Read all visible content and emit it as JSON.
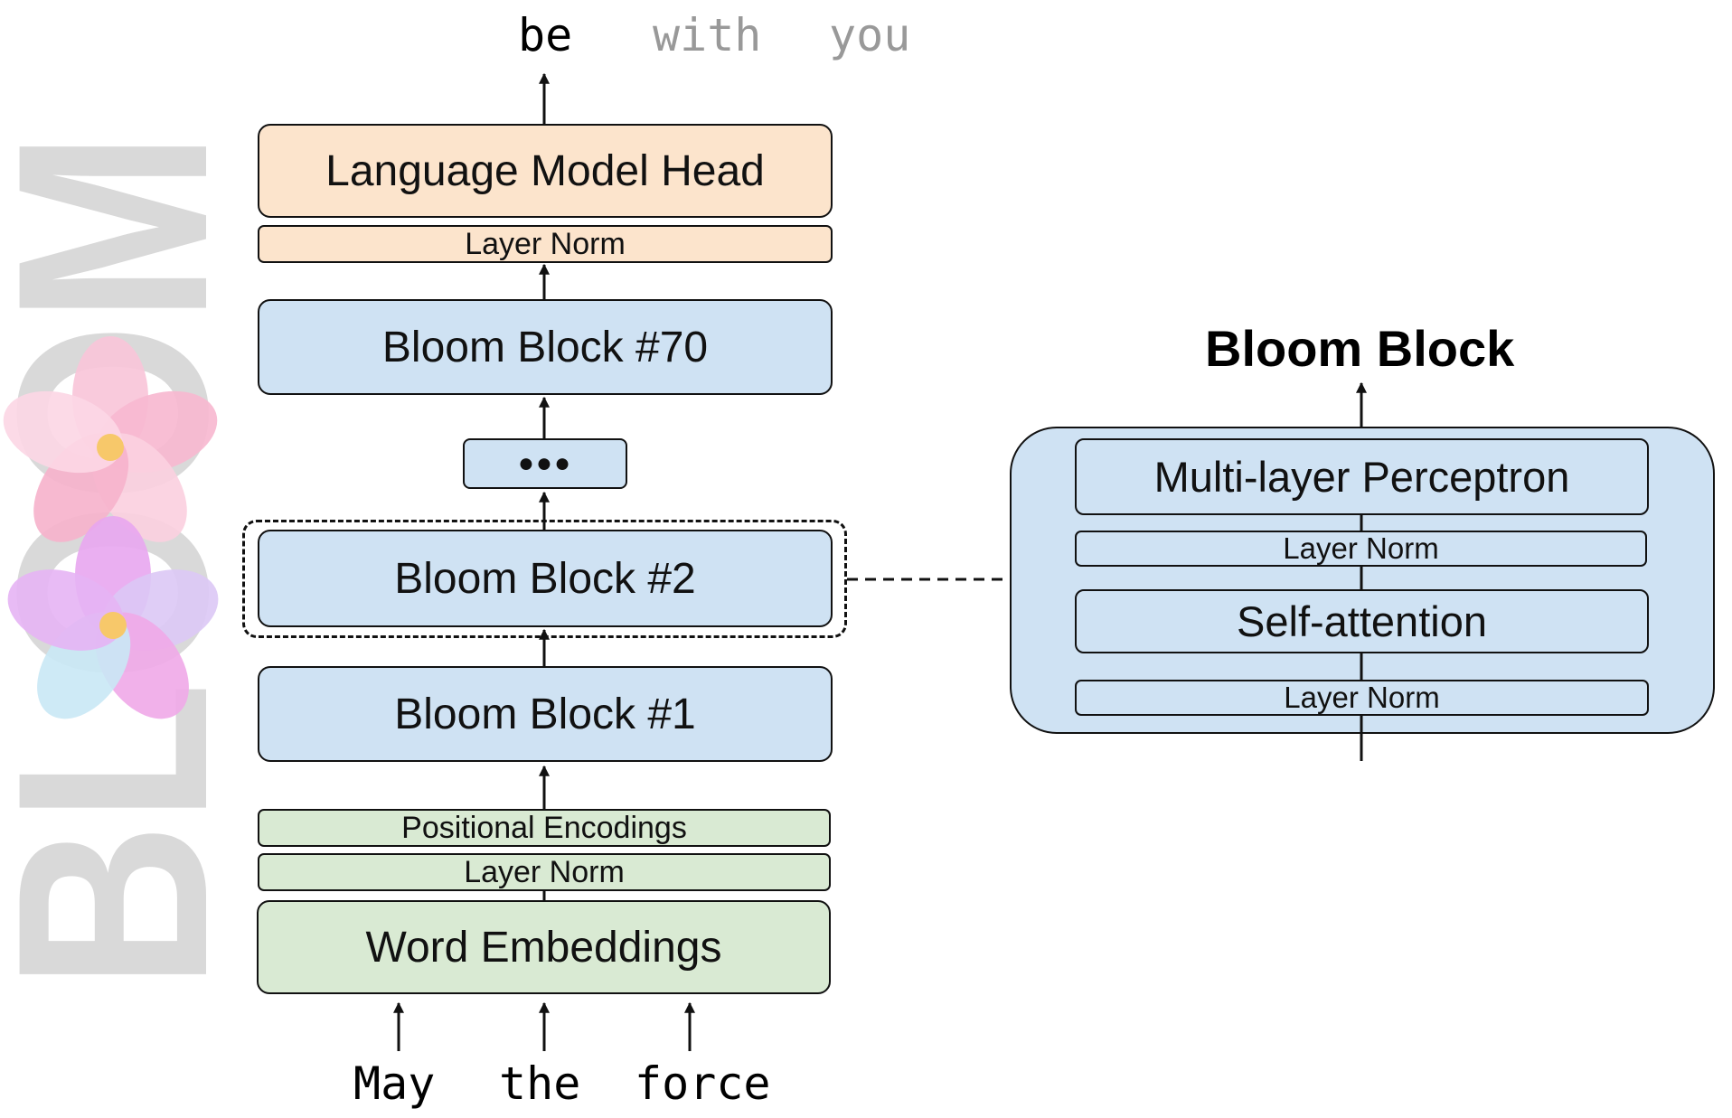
{
  "logo": {
    "text": "BLOOM",
    "letter_color": "#d9d9d9",
    "flower_top_color": "#f9c6d9",
    "flower_bottom_color": "#e8a6f0",
    "flower_center_color": "#f7c86a"
  },
  "output_tokens": [
    {
      "text": "be",
      "color": "#000000"
    },
    {
      "text": "with",
      "color": "#999999"
    },
    {
      "text": "you",
      "color": "#999999"
    }
  ],
  "input_tokens": [
    "May",
    "the",
    "force"
  ],
  "stack": {
    "lm_head": "Language Model Head",
    "lm_head_norm": "Layer Norm",
    "block_70": "Bloom Block #70",
    "ellipsis": "●●●",
    "block_2": "Bloom Block #2",
    "block_1": "Bloom Block #1",
    "positional_encodings": "Positional Encodings",
    "embed_norm": "Layer Norm",
    "word_embeddings": "Word Embeddings"
  },
  "detail": {
    "title": "Bloom Block",
    "mlp": "Multi-layer Perceptron",
    "norm_top": "Layer Norm",
    "self_attention": "Self-attention",
    "norm_bottom": "Layer Norm"
  },
  "colors": {
    "head_fill": "#fce4cc",
    "block_fill": "#cfe2f3",
    "embed_fill": "#d9ead3",
    "stroke": "#111111"
  }
}
